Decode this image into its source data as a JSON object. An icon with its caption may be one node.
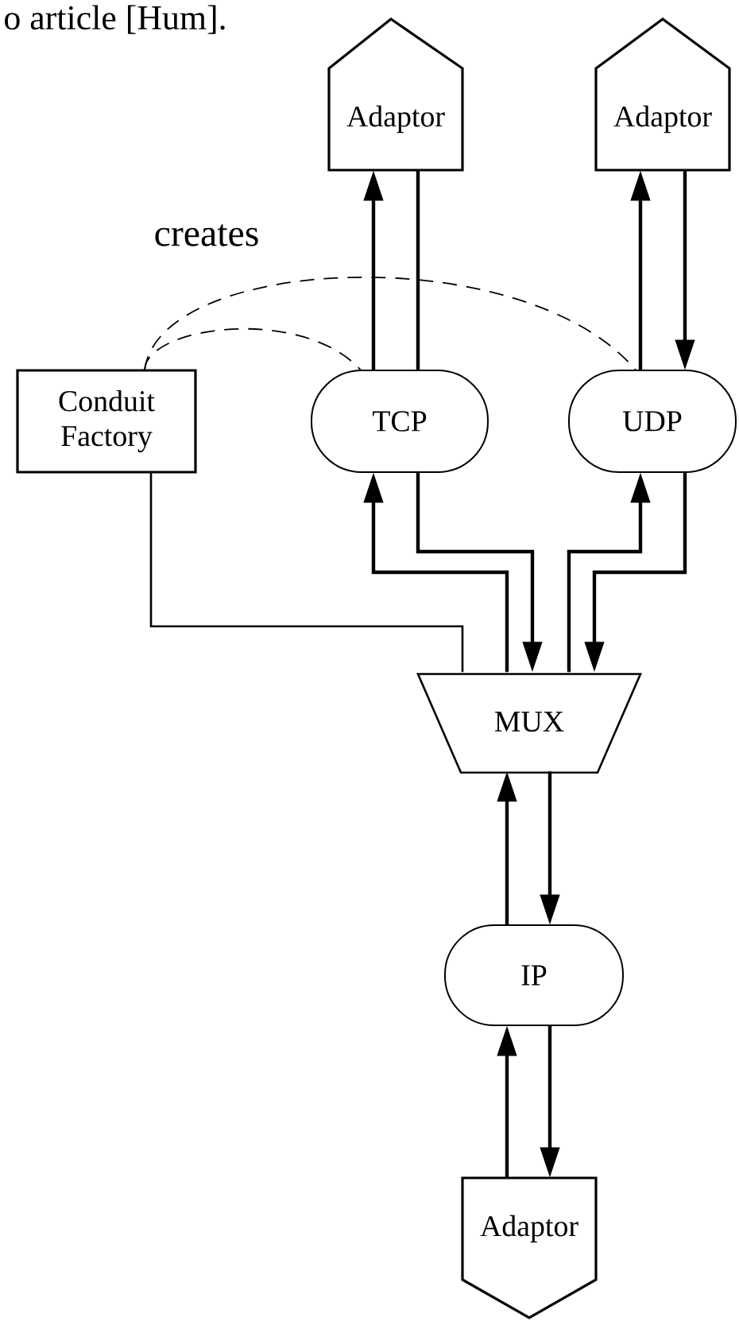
{
  "diagram": {
    "nodes": [
      {
        "text": [
          "Adaptor"
        ]
      },
      {
        "text": [
          "Adaptor"
        ]
      },
      {
        "text": [
          "Conduit Factory"
        ]
      },
      {
        "text": [
          "TCP"
        ]
      },
      {
        "text": [
          "UDP"
        ]
      },
      {
        "text": [
          "MUX"
        ]
      },
      {
        "text": [
          "IP"
        ]
      },
      {
        "text": [
          "Adaptor"
        ]
      }
    ],
    "edges": [
      {
        "from": 3,
        "to": 0,
        "arrow": "to"
      },
      {
        "from": 0,
        "to": 3,
        "arrow": "none"
      },
      {
        "from": 4,
        "to": 1,
        "arrow": "to"
      },
      {
        "from": 1,
        "to": 4,
        "arrow": "to"
      },
      {
        "from": 5,
        "to": 3,
        "arrow": "to"
      },
      {
        "from": 3,
        "to": 5,
        "arrow": "to"
      },
      {
        "from": 5,
        "to": 4,
        "arrow": "to"
      },
      {
        "from": 4,
        "to": 5,
        "arrow": "to"
      },
      {
        "from": 2,
        "to": 5,
        "arrow": "none"
      },
      {
        "from": 6,
        "to": 5,
        "arrow": "to"
      },
      {
        "from": 5,
        "to": 6,
        "arrow": "to"
      },
      {
        "from": 7,
        "to": 6,
        "arrow": "to"
      },
      {
        "from": 6,
        "to": 7,
        "arrow": "to"
      },
      {
        "from": 2,
        "to": 3,
        "arrow": "none",
        "style": "dashed"
      },
      {
        "from": 2,
        "to": 4,
        "arrow": "none",
        "style": "dashed",
        "label": "creates"
      }
    ],
    "labels": [
      "o article [Hum]."
    ]
  }
}
